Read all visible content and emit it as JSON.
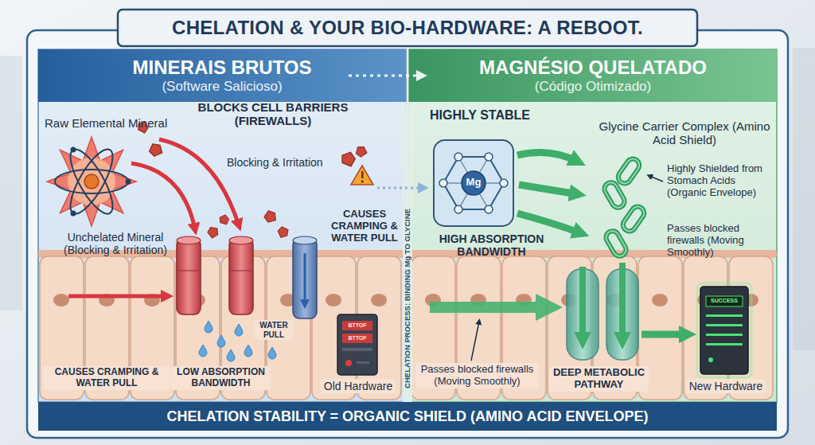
{
  "diagram": {
    "title": "CHELATION & YOUR BIO-HARDWARE: A REBOOT.",
    "nodes": [
      {
        "text": [
          "MINERAIS BRUTOS",
          "(Software Salicioso)"
        ]
      },
      {
        "text": [
          "MAGNÉSIO QUELATADO",
          "(Código Otimizado)"
        ]
      },
      {
        "text": [
          "CHELATION STABILITY = ORGANIC SHIELD (AMINO ACID ENVELOPE)"
        ]
      }
    ],
    "labels": [
      "Raw Elemental Mineral",
      "BLOCKS CELL BARRIERS (FIREWALLS)",
      "Blocking & Irritation",
      "CAUSES CRAMPING & WATER PULL",
      "Unchelated Mineral (Blocking & Irritation)",
      "WATER PULL",
      "CAUSES CRAMPING & WATER PULL",
      "LOW ABSORPTION BANDWIDTH",
      "Old Hardware",
      "BTTOF",
      "BTTOF",
      "CHELATION PROCESS: BINDING Mg TO GLYCINE",
      "HIGHLY STABLE",
      "Mg",
      "Glycine Carrier Complex (Amino Acid Shield)",
      "Highly Shielded from Stomach Acids (Organic Envelope)",
      "Passes blocked firewalls (Moving Smoothly)",
      "HIGH ABSORPTION BANDWIDTH",
      "Passes blocked firewalls (Moving Smoothly)",
      "DEEP METABOLIC PATHWAY",
      "New Hardware",
      "SUCCESS"
    ]
  }
}
